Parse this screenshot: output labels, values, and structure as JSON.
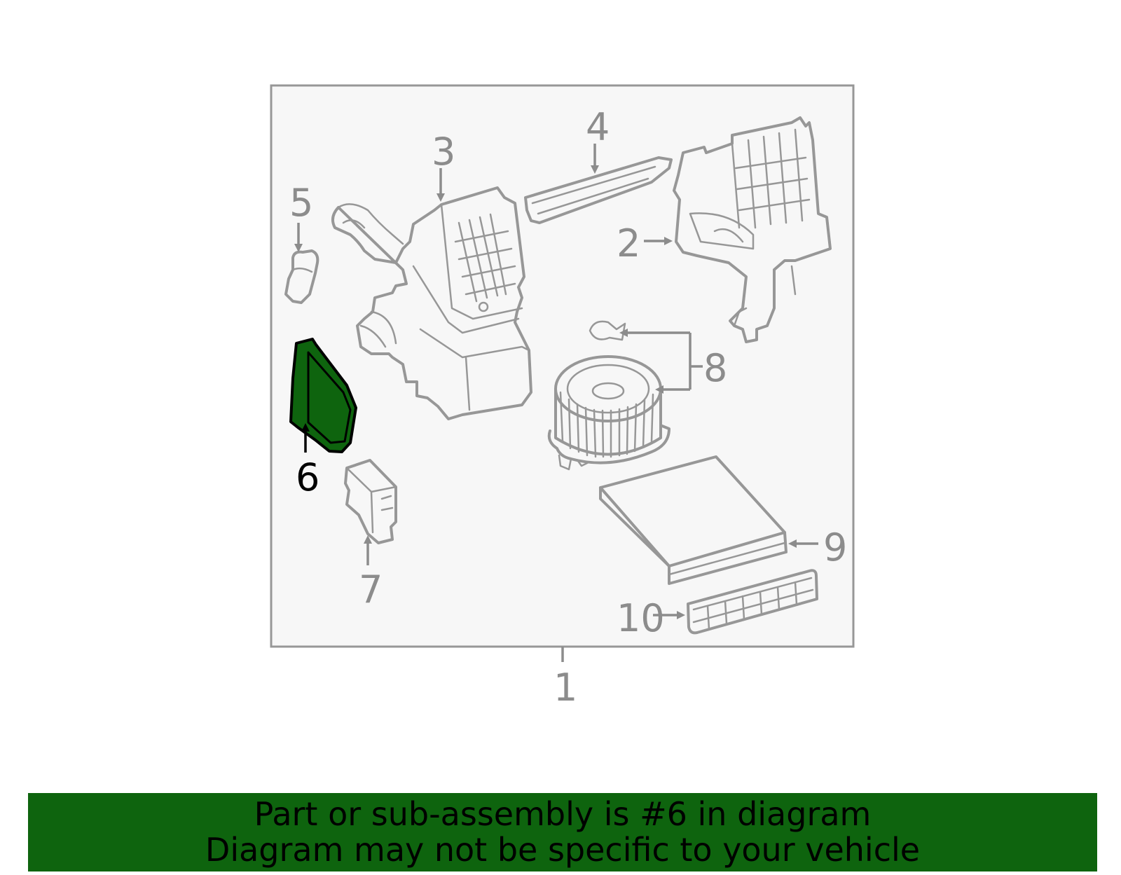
{
  "diagram": {
    "callouts": [
      {
        "id": "1",
        "label": "1"
      },
      {
        "id": "2",
        "label": "2"
      },
      {
        "id": "3",
        "label": "3"
      },
      {
        "id": "4",
        "label": "4"
      },
      {
        "id": "5",
        "label": "5"
      },
      {
        "id": "6",
        "label": "6"
      },
      {
        "id": "7",
        "label": "7"
      },
      {
        "id": "8",
        "label": "8"
      },
      {
        "id": "9",
        "label": "9"
      },
      {
        "id": "10",
        "label": "10"
      }
    ],
    "highlighted_part": "6",
    "colors": {
      "highlight_fill": "#0e640e",
      "part_stroke": "#979797",
      "frame_background": "#f7f7f7",
      "banner_background": "#0e640e"
    }
  },
  "banner": {
    "line1": "Part or sub-assembly is #6 in diagram",
    "line2": "Diagram may not be specific to your vehicle"
  }
}
